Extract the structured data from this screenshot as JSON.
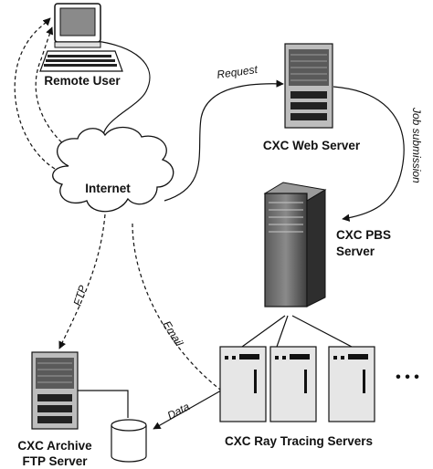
{
  "nodes": {
    "remote_user": "Remote User",
    "internet": "Internet",
    "web_server": "CXC Web Server",
    "pbs_server_line1": "CXC PBS",
    "pbs_server_line2": "Server",
    "archive_line1": "CXC Archive",
    "archive_line2": "FTP Server",
    "ray_tracing": "CXC Ray Tracing Servers",
    "ellipsis": "• • •"
  },
  "edges": {
    "request": "Request",
    "job_submission": "Job submission",
    "ftp": "FTP",
    "email": "Email",
    "data": "Data"
  }
}
